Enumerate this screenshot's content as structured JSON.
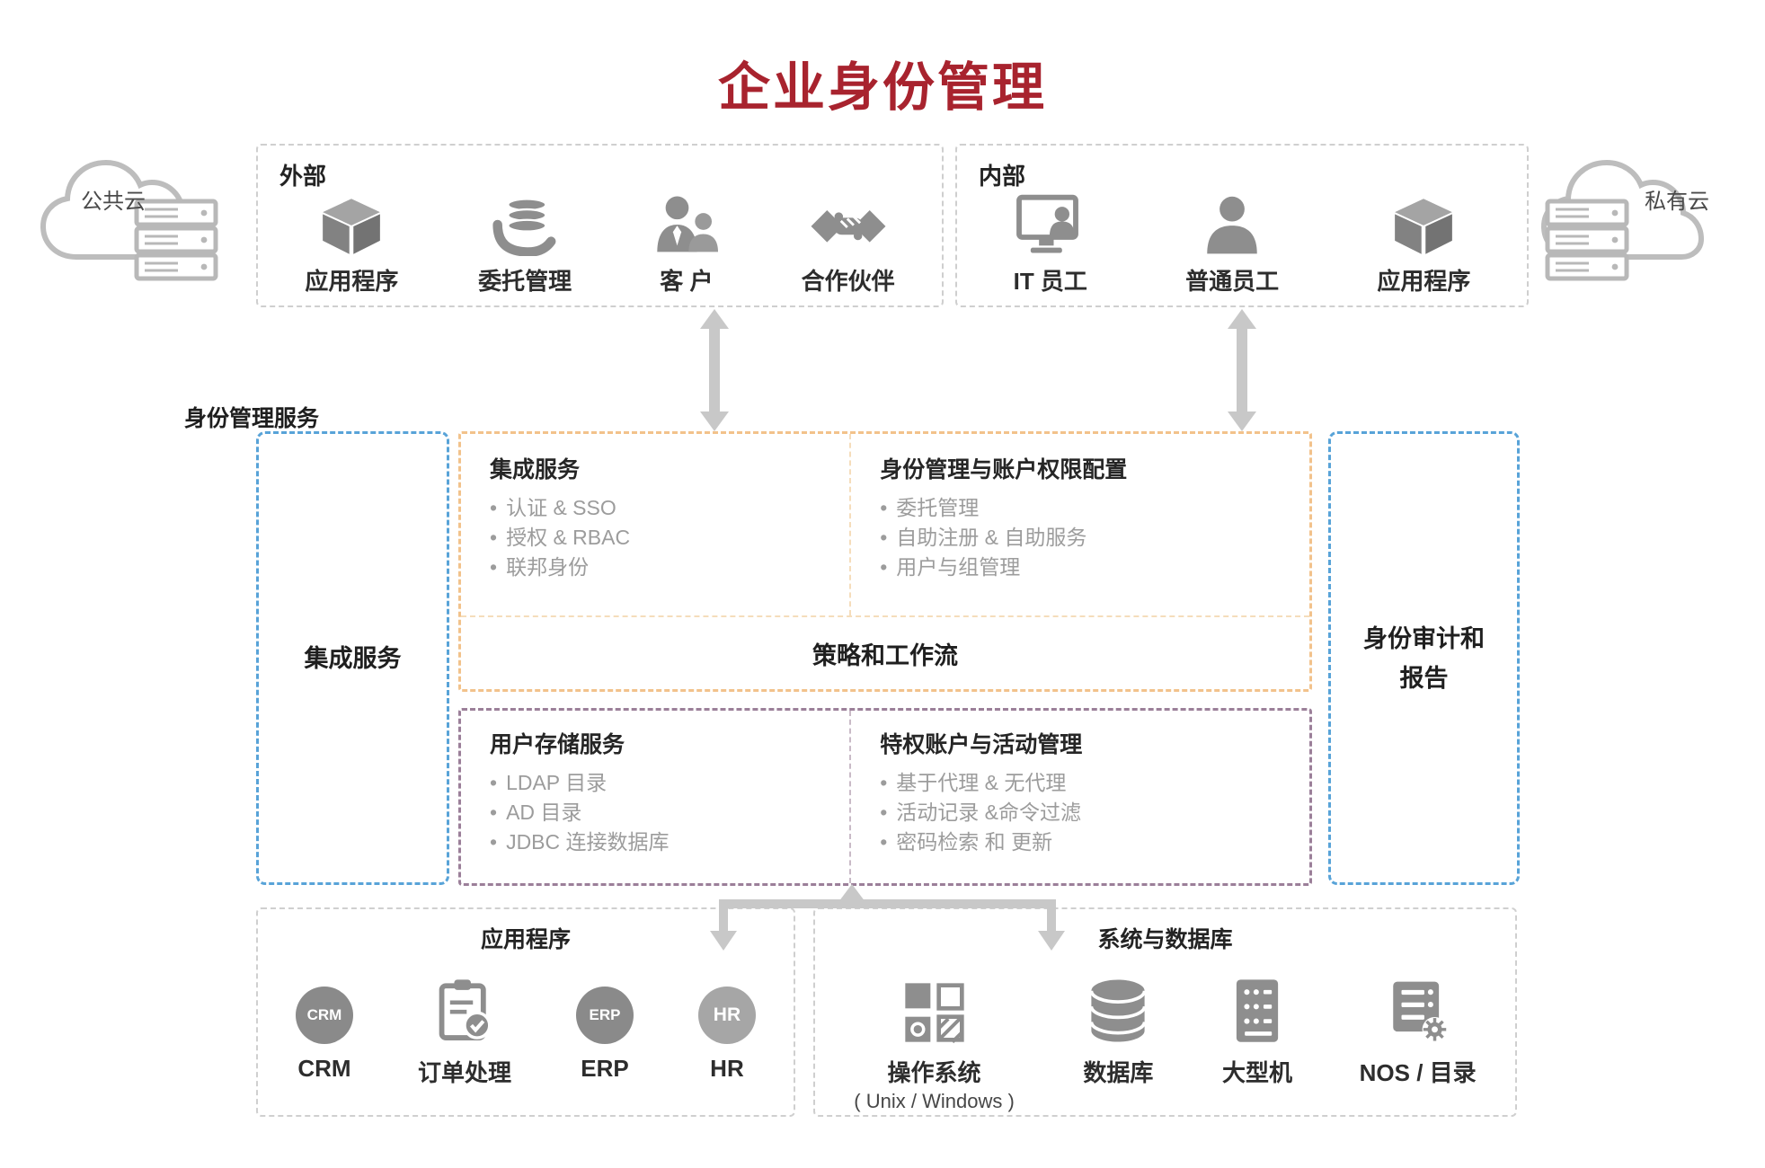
{
  "title": "企业身份管理",
  "clouds": {
    "public": "公共云",
    "private": "私有云"
  },
  "external": {
    "label": "外部",
    "items": [
      {
        "icon": "application-cube",
        "label": "应用程序"
      },
      {
        "icon": "delegated-admin-hand",
        "label": "委托管理"
      },
      {
        "icon": "customers-people",
        "label": "客 户"
      },
      {
        "icon": "partners-handshake",
        "label": "合作伙伴"
      }
    ]
  },
  "internal": {
    "label": "内部",
    "items": [
      {
        "icon": "it-staff-workstation",
        "label": "IT 员工"
      },
      {
        "icon": "employee-person",
        "label": "普通员工"
      },
      {
        "icon": "application-cube",
        "label": "应用程序"
      }
    ]
  },
  "services_label": "身份管理服务",
  "panels": {
    "integration": {
      "label": "集成服务"
    },
    "audit": {
      "line1": "身份审计和",
      "line2": "报告"
    },
    "core": {
      "integration": {
        "title": "集成服务",
        "bullets": [
          "认证 & SSO",
          "授权 & RBAC",
          "联邦身份"
        ]
      },
      "provisioning": {
        "title": "身份管理与账户权限配置",
        "bullets": [
          "委托管理",
          "自助注册 & 自助服务",
          "用户与组管理"
        ]
      },
      "policy": "策略和工作流"
    },
    "storage": {
      "title": "用户存储服务",
      "bullets": [
        "LDAP 目录",
        "AD 目录",
        "JDBC 连接数据库"
      ]
    },
    "privileged": {
      "title": "特权账户与活动管理",
      "bullets": [
        "基于代理 & 无代理",
        "活动记录 &命令过滤",
        "密码检索 和 更新"
      ]
    }
  },
  "apps": {
    "label": "应用程序",
    "items": [
      {
        "icon": "crm-badge",
        "icon_text": "CRM",
        "label": "CRM"
      },
      {
        "icon": "order-clipboard",
        "label": "订单处理"
      },
      {
        "icon": "erp-badge",
        "icon_text": "ERP",
        "label": "ERP"
      },
      {
        "icon": "hr-badge",
        "icon_text": "HR",
        "label": "HR"
      }
    ]
  },
  "systems": {
    "label": "系统与数据库",
    "items": [
      {
        "icon": "os-grid",
        "label": "操作系统",
        "sublabel": "( Unix / Windows )"
      },
      {
        "icon": "database-cylinder",
        "label": "数据库"
      },
      {
        "icon": "mainframe-server",
        "label": "大型机"
      },
      {
        "icon": "nos-directory-server",
        "label": "NOS / 目录"
      }
    ]
  },
  "colors": {
    "title_red": "#a8232e",
    "blue_dashed": "#58a3d8",
    "orange_dashed": "#f2c28b",
    "purple_dashed": "#9b7f99",
    "gray_dashed": "#cfcfcf",
    "icon_gray": "#8e8e8e",
    "bullet_gray": "#9c9c9c",
    "arrow_gray": "#c8c8c8"
  }
}
